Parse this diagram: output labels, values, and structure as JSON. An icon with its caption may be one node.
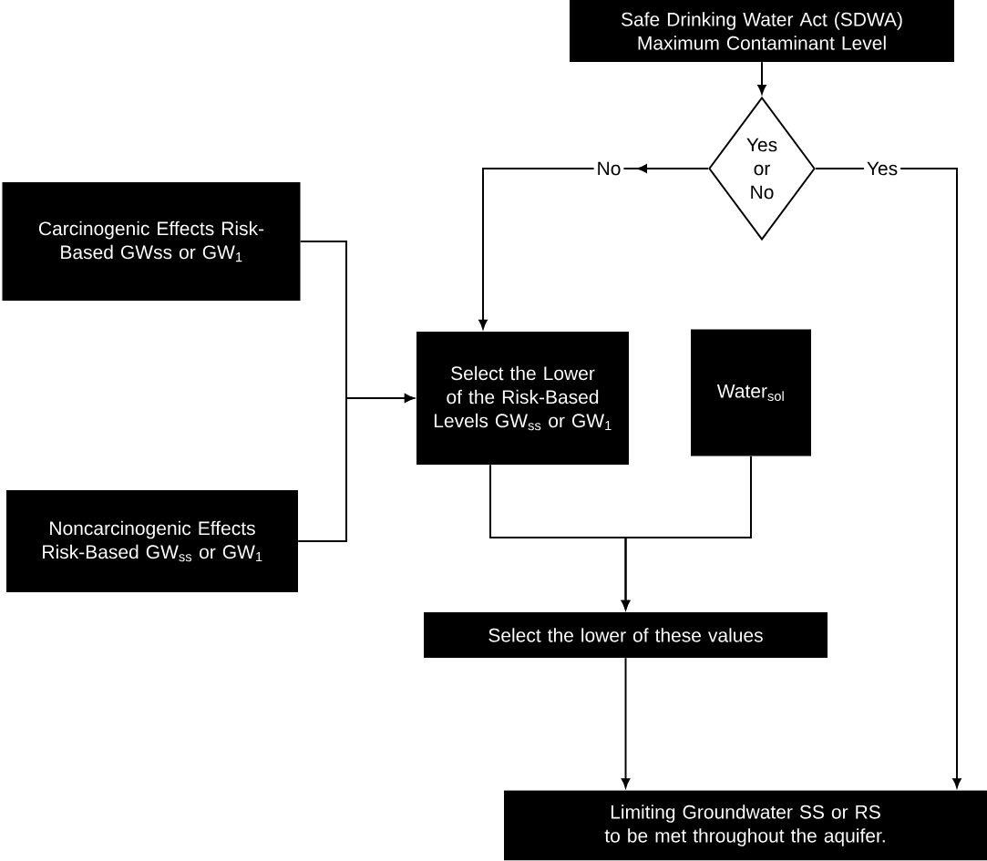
{
  "diagram": {
    "nodes": [
      {
        "text": [
          "Safe Drinking Water Act (SDWA) Maximum Contaminant Level"
        ]
      },
      {
        "text": [
          "Yes or No"
        ]
      },
      {
        "text": [
          "Carcinogenic Effects Risk-Based GWss or GW$_{1}$"
        ]
      },
      {
        "text": [
          "Select the Lower of the Risk-Based Levels GW$_{ss}$ or GW$_{1}$"
        ]
      },
      {
        "text": [
          "Water$_{sol}$"
        ]
      },
      {
        "text": [
          "Noncarcinogenic Effects Risk-Based GW$_{ss}$ or GW$_{1}$"
        ]
      },
      {
        "text": [
          "Select the lower of these values"
        ]
      },
      {
        "text": [
          "Limiting Groundwater SS or RS to be met throughout the aquifer."
        ]
      }
    ],
    "edges": [
      {
        "from": 0,
        "to": 1,
        "arrow": "to"
      },
      {
        "from": 1,
        "to": 3,
        "arrow": "to",
        "label": "No"
      },
      {
        "from": 1,
        "to": 7,
        "arrow": "to",
        "label": "Yes"
      },
      {
        "from": 2,
        "to": 3,
        "arrow": "to"
      },
      {
        "from": 5,
        "to": 3,
        "arrow": "to"
      },
      {
        "from": 3,
        "to": 6,
        "arrow": "to"
      },
      {
        "from": 4,
        "to": 6,
        "arrow": "to"
      },
      {
        "from": 6,
        "to": 7,
        "arrow": "to"
      }
    ]
  }
}
